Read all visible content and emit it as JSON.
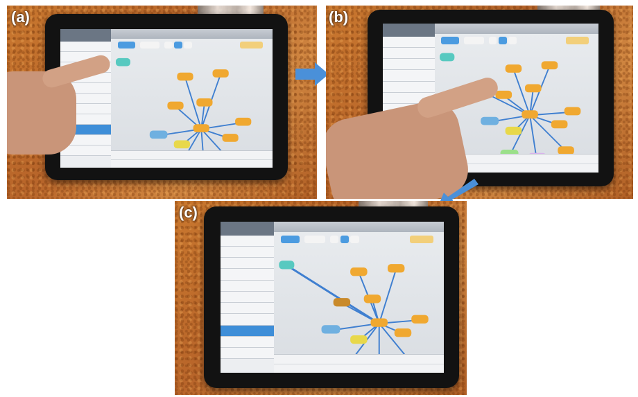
{
  "panels": [
    {
      "id": "a",
      "label": "(a)"
    },
    {
      "id": "b",
      "label": "(b)"
    },
    {
      "id": "c",
      "label": "(c)"
    }
  ],
  "colors": {
    "cork": "#c27130",
    "bezel": "#121212",
    "node_orange": "#f0a830",
    "node_yellow": "#e8d84a",
    "node_blue": "#6fb0e0",
    "node_green": "#9be08a",
    "node_purple": "#d9b3ec",
    "node_teal": "#57c9c0",
    "edge": "#3f7fd0",
    "arrow": "#4a90d9"
  }
}
